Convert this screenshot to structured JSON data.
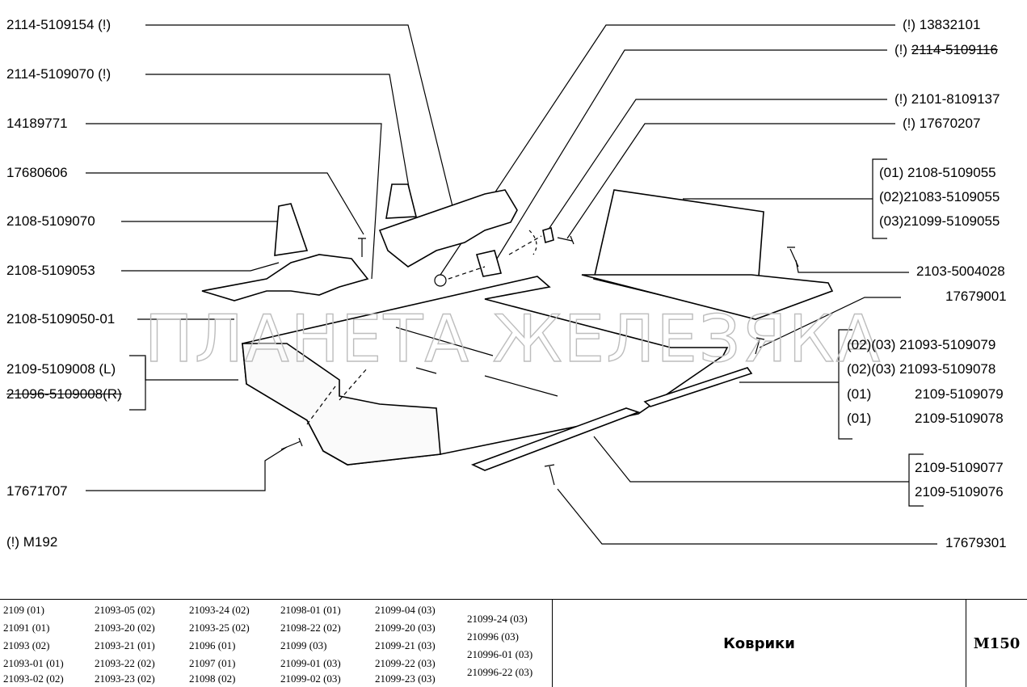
{
  "labels_left": [
    "2114-5109154  (!)",
    "2114-5109070  (!)",
    "14189771",
    "17680606",
    "2108-5109070",
    "2108-5109053",
    "2108-5109050-01",
    "2109-5109008  (L)",
    "21096-5109008(R)",
    "17671707",
    "(!) M192"
  ],
  "labels_right": [
    "(!)  13832101",
    "(!)  2114-5109116",
    "(!)  2101-8109137",
    "(!)  17670207",
    "(01)  2108-5109055",
    "(02)21083-5109055",
    "(03)21099-5109055",
    "2103-5004028",
    "17679001",
    "(02)(03) 21093-5109079",
    "(02)(03) 21093-5109078",
    "(01)",
    "2109-5109079",
    "(01)",
    "2109-5109078",
    "2109-5109077",
    "2109-5109076",
    "17679301"
  ],
  "watermark": "ПЛАНЕТА ЖЕЛЕЗЯКА",
  "models": [
    [
      "2109 (01)",
      "21091 (01)",
      "21093 (02)",
      "21093-01 (01)",
      "21093-02 (02)"
    ],
    [
      "21093-05 (02)",
      "21093-20 (02)",
      "21093-21 (01)",
      "21093-22 (02)",
      "21093-23 (02)"
    ],
    [
      "21093-24 (02)",
      "21093-25 (02)",
      "21096 (01)",
      "21097 (01)",
      "21098 (02)"
    ],
    [
      "21098-01 (01)",
      "21098-22 (02)",
      "21099 (03)",
      "21099-01 (03)",
      "21099-02 (03)"
    ],
    [
      "21099-04 (03)",
      "21099-20 (03)",
      "21099-21 (03)",
      "21099-22 (03)",
      "21099-23 (03)"
    ],
    [
      "21099-24 (03)",
      "210996 (03)",
      "210996-01 (03)",
      "210996-22 (03)"
    ]
  ],
  "title": "Коврики",
  "code": "M150"
}
